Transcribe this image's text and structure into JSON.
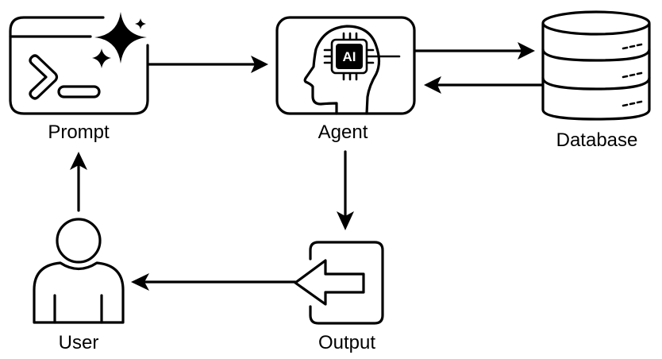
{
  "diagram": {
    "type": "flowchart",
    "nodes": [
      {
        "id": "prompt",
        "label": "Prompt",
        "icon": "terminal-sparkle-icon"
      },
      {
        "id": "agent",
        "label": "Agent",
        "icon": "ai-head-icon",
        "chip_label": "AI"
      },
      {
        "id": "database",
        "label": "Database",
        "icon": "database-icon"
      },
      {
        "id": "output",
        "label": "Output",
        "icon": "output-arrow-icon"
      },
      {
        "id": "user",
        "label": "User",
        "icon": "user-icon"
      }
    ],
    "edges": [
      {
        "from": "prompt",
        "to": "agent"
      },
      {
        "from": "agent",
        "to": "database"
      },
      {
        "from": "database",
        "to": "agent"
      },
      {
        "from": "agent",
        "to": "output"
      },
      {
        "from": "output",
        "to": "user"
      },
      {
        "from": "user",
        "to": "prompt"
      }
    ],
    "colors": {
      "stroke": "#000000",
      "background": "#ffffff"
    }
  }
}
